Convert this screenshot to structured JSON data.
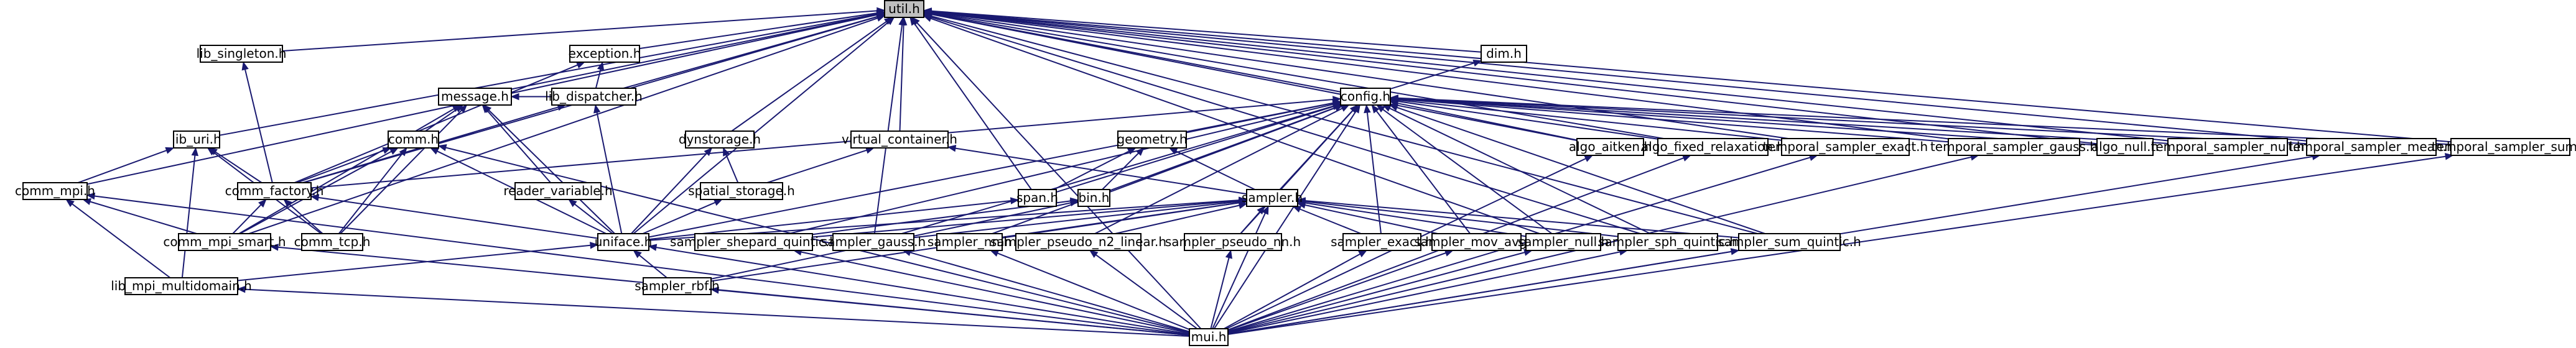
{
  "graph": {
    "type": "include-dependency-graph",
    "colors": {
      "edge": "#191970",
      "node_border": "#000000",
      "root_fill": "#bfbfbf",
      "node_fill": "#ffffff"
    },
    "nodes": [
      {
        "id": "util_h",
        "label": "util.h"
      },
      {
        "id": "lib_singleton_h",
        "label": "lib_singleton.h"
      },
      {
        "id": "exception_h",
        "label": "exception.h"
      },
      {
        "id": "dim_h",
        "label": "dim.h"
      },
      {
        "id": "message_h",
        "label": "message.h"
      },
      {
        "id": "lib_dispatcher_h",
        "label": "lib_dispatcher.h"
      },
      {
        "id": "config_h",
        "label": "config.h"
      },
      {
        "id": "lib_uri_h",
        "label": "lib_uri.h"
      },
      {
        "id": "comm_h",
        "label": "comm.h"
      },
      {
        "id": "dynstorage_h",
        "label": "dynstorage.h"
      },
      {
        "id": "virtual_container_h",
        "label": "virtual_container.h"
      },
      {
        "id": "geometry_h",
        "label": "geometry.h"
      },
      {
        "id": "algo_aitken_h",
        "label": "algo_aitken.h"
      },
      {
        "id": "algo_fixed_relaxation_h",
        "label": "algo_fixed_relaxation.h"
      },
      {
        "id": "temporal_sampler_exact_h",
        "label": "temporal_sampler_exact.h"
      },
      {
        "id": "temporal_sampler_gauss_h",
        "label": "temporal_sampler_gauss.h"
      },
      {
        "id": "algo_null_h",
        "label": "algo_null.h"
      },
      {
        "id": "temporal_sampler_null_h",
        "label": "temporal_sampler_null.h"
      },
      {
        "id": "temporal_sampler_mean_h",
        "label": "temporal_sampler_mean.h"
      },
      {
        "id": "temporal_sampler_sum_h",
        "label": "temporal_sampler_sum.h"
      },
      {
        "id": "comm_mpi_h",
        "label": "comm_mpi.h"
      },
      {
        "id": "comm_factory_h",
        "label": "comm_factory.h"
      },
      {
        "id": "reader_variable_h",
        "label": "reader_variable.h"
      },
      {
        "id": "spatial_storage_h",
        "label": "spatial_storage.h"
      },
      {
        "id": "span_h",
        "label": "span.h"
      },
      {
        "id": "bin_h",
        "label": "bin.h"
      },
      {
        "id": "sampler_h",
        "label": "sampler.h"
      },
      {
        "id": "comm_mpi_smart_h",
        "label": "comm_mpi_smart.h"
      },
      {
        "id": "comm_tcp_h",
        "label": "comm_tcp.h"
      },
      {
        "id": "uniface_h",
        "label": "uniface.h"
      },
      {
        "id": "sampler_shepard_quintic_h",
        "label": "sampler_shepard_quintic.h"
      },
      {
        "id": "sampler_gauss_h",
        "label": "sampler_gauss.h"
      },
      {
        "id": "sampler_nn_h",
        "label": "sampler_nn.h"
      },
      {
        "id": "sampler_pseudo_n2_linear_h",
        "label": "sampler_pseudo_n2_linear.h"
      },
      {
        "id": "sampler_pseudo_nn_h",
        "label": "sampler_pseudo_nn.h"
      },
      {
        "id": "sampler_exact_h",
        "label": "sampler_exact.h"
      },
      {
        "id": "sampler_mov_avg_h",
        "label": "sampler_mov_avg.h"
      },
      {
        "id": "sampler_null_h",
        "label": "sampler_null.h"
      },
      {
        "id": "sampler_sph_quintic_h",
        "label": "sampler_sph_quintic.h"
      },
      {
        "id": "sampler_sum_quintic_h",
        "label": "sampler_sum_quintic.h"
      },
      {
        "id": "lib_mpi_multidomain_h",
        "label": "lib_mpi_multidomain.h"
      },
      {
        "id": "sampler_rbf_h",
        "label": "sampler_rbf.h"
      },
      {
        "id": "mui_h",
        "label": "mui.h"
      }
    ],
    "edges": [
      [
        "lib_singleton_h",
        "util_h"
      ],
      [
        "exception_h",
        "util_h"
      ],
      [
        "dim_h",
        "util_h"
      ],
      [
        "message_h",
        "util_h"
      ],
      [
        "lib_dispatcher_h",
        "util_h"
      ],
      [
        "config_h",
        "util_h"
      ],
      [
        "lib_uri_h",
        "util_h"
      ],
      [
        "dynstorage_h",
        "util_h"
      ],
      [
        "virtual_container_h",
        "util_h"
      ],
      [
        "algo_aitken_h",
        "util_h"
      ],
      [
        "algo_fixed_relaxation_h",
        "util_h"
      ],
      [
        "temporal_sampler_exact_h",
        "util_h"
      ],
      [
        "temporal_sampler_gauss_h",
        "util_h"
      ],
      [
        "algo_null_h",
        "util_h"
      ],
      [
        "temporal_sampler_null_h",
        "util_h"
      ],
      [
        "temporal_sampler_mean_h",
        "util_h"
      ],
      [
        "temporal_sampler_sum_h",
        "util_h"
      ],
      [
        "comm_mpi_h",
        "util_h"
      ],
      [
        "comm_factory_h",
        "util_h"
      ],
      [
        "span_h",
        "util_h"
      ],
      [
        "uniface_h",
        "util_h"
      ],
      [
        "sampler_gauss_h",
        "util_h"
      ],
      [
        "sampler_null_h",
        "util_h"
      ],
      [
        "sampler_sph_quintic_h",
        "util_h"
      ],
      [
        "sampler_sum_quintic_h",
        "util_h"
      ],
      [
        "mui_h",
        "util_h"
      ],
      [
        "comm_mpi_smart_h",
        "util_h"
      ],
      [
        "lib_dispatcher_h",
        "exception_h"
      ],
      [
        "comm_factory_h",
        "exception_h"
      ],
      [
        "config_h",
        "dim_h"
      ],
      [
        "lib_dispatcher_h",
        "message_h"
      ],
      [
        "comm_h",
        "message_h"
      ],
      [
        "reader_variable_h",
        "message_h"
      ],
      [
        "uniface_h",
        "message_h"
      ],
      [
        "comm_mpi_smart_h",
        "message_h"
      ],
      [
        "comm_tcp_h",
        "message_h"
      ],
      [
        "comm_factory_h",
        "lib_dispatcher_h"
      ],
      [
        "uniface_h",
        "lib_dispatcher_h"
      ],
      [
        "comm_factory_h",
        "lib_singleton_h"
      ],
      [
        "geometry_h",
        "config_h"
      ],
      [
        "sampler_h",
        "config_h"
      ],
      [
        "algo_aitken_h",
        "config_h"
      ],
      [
        "algo_fixed_relaxation_h",
        "config_h"
      ],
      [
        "temporal_sampler_exact_h",
        "config_h"
      ],
      [
        "temporal_sampler_gauss_h",
        "config_h"
      ],
      [
        "algo_null_h",
        "config_h"
      ],
      [
        "temporal_sampler_null_h",
        "config_h"
      ],
      [
        "temporal_sampler_mean_h",
        "config_h"
      ],
      [
        "temporal_sampler_sum_h",
        "config_h"
      ],
      [
        "comm_factory_h",
        "config_h"
      ],
      [
        "span_h",
        "config_h"
      ],
      [
        "bin_h",
        "config_h"
      ],
      [
        "uniface_h",
        "config_h"
      ],
      [
        "sampler_shepard_quintic_h",
        "config_h"
      ],
      [
        "sampler_gauss_h",
        "config_h"
      ],
      [
        "sampler_nn_h",
        "config_h"
      ],
      [
        "sampler_pseudo_n2_linear_h",
        "config_h"
      ],
      [
        "sampler_pseudo_nn_h",
        "config_h"
      ],
      [
        "sampler_exact_h",
        "config_h"
      ],
      [
        "sampler_mov_avg_h",
        "config_h"
      ],
      [
        "sampler_null_h",
        "config_h"
      ],
      [
        "sampler_sph_quintic_h",
        "config_h"
      ],
      [
        "sampler_sum_quintic_h",
        "config_h"
      ],
      [
        "mui_h",
        "config_h"
      ],
      [
        "comm_mpi_h",
        "lib_uri_h"
      ],
      [
        "comm_factory_h",
        "lib_uri_h"
      ],
      [
        "comm_tcp_h",
        "lib_uri_h"
      ],
      [
        "lib_mpi_multidomain_h",
        "lib_uri_h"
      ],
      [
        "comm_factory_h",
        "comm_h"
      ],
      [
        "comm_mpi_smart_h",
        "comm_h"
      ],
      [
        "comm_tcp_h",
        "comm_h"
      ],
      [
        "uniface_h",
        "comm_h"
      ],
      [
        "mui_h",
        "comm_h"
      ],
      [
        "spatial_storage_h",
        "dynstorage_h"
      ],
      [
        "uniface_h",
        "dynstorage_h"
      ],
      [
        "spatial_storage_h",
        "virtual_container_h"
      ],
      [
        "sampler_h",
        "virtual_container_h"
      ],
      [
        "span_h",
        "geometry_h"
      ],
      [
        "bin_h",
        "geometry_h"
      ],
      [
        "sampler_h",
        "geometry_h"
      ],
      [
        "mui_h",
        "algo_aitken_h"
      ],
      [
        "mui_h",
        "algo_fixed_relaxation_h"
      ],
      [
        "mui_h",
        "temporal_sampler_exact_h"
      ],
      [
        "mui_h",
        "temporal_sampler_gauss_h"
      ],
      [
        "mui_h",
        "temporal_sampler_mean_h"
      ],
      [
        "mui_h",
        "temporal_sampler_sum_h"
      ],
      [
        "comm_mpi_smart_h",
        "comm_mpi_h"
      ],
      [
        "lib_mpi_multidomain_h",
        "comm_mpi_h"
      ],
      [
        "mui_h",
        "comm_mpi_h"
      ],
      [
        "comm_mpi_smart_h",
        "comm_factory_h"
      ],
      [
        "comm_tcp_h",
        "comm_factory_h"
      ],
      [
        "uniface_h",
        "comm_factory_h"
      ],
      [
        "uniface_h",
        "reader_variable_h"
      ],
      [
        "uniface_h",
        "spatial_storage_h"
      ],
      [
        "uniface_h",
        "span_h"
      ],
      [
        "sampler_shepard_quintic_h",
        "bin_h"
      ],
      [
        "sampler_rbf_h",
        "bin_h"
      ],
      [
        "sampler_shepard_quintic_h",
        "sampler_h"
      ],
      [
        "sampler_gauss_h",
        "sampler_h"
      ],
      [
        "sampler_nn_h",
        "sampler_h"
      ],
      [
        "sampler_pseudo_n2_linear_h",
        "sampler_h"
      ],
      [
        "sampler_pseudo_nn_h",
        "sampler_h"
      ],
      [
        "sampler_exact_h",
        "sampler_h"
      ],
      [
        "sampler_mov_avg_h",
        "sampler_h"
      ],
      [
        "sampler_null_h",
        "sampler_h"
      ],
      [
        "sampler_sph_quintic_h",
        "sampler_h"
      ],
      [
        "sampler_sum_quintic_h",
        "sampler_h"
      ],
      [
        "sampler_rbf_h",
        "sampler_h"
      ],
      [
        "uniface_h",
        "sampler_h"
      ],
      [
        "mui_h",
        "sampler_h"
      ],
      [
        "mui_h",
        "comm_mpi_smart_h"
      ],
      [
        "lib_mpi_multidomain_h",
        "uniface_h"
      ],
      [
        "sampler_rbf_h",
        "uniface_h"
      ],
      [
        "mui_h",
        "uniface_h"
      ],
      [
        "mui_h",
        "sampler_shepard_quintic_h"
      ],
      [
        "mui_h",
        "sampler_gauss_h"
      ],
      [
        "mui_h",
        "sampler_nn_h"
      ],
      [
        "mui_h",
        "sampler_pseudo_n2_linear_h"
      ],
      [
        "mui_h",
        "sampler_pseudo_nn_h"
      ],
      [
        "mui_h",
        "sampler_exact_h"
      ],
      [
        "mui_h",
        "sampler_mov_avg_h"
      ],
      [
        "mui_h",
        "sampler_null_h"
      ],
      [
        "mui_h",
        "sampler_sph_quintic_h"
      ],
      [
        "mui_h",
        "sampler_sum_quintic_h"
      ],
      [
        "mui_h",
        "lib_mpi_multidomain_h"
      ],
      [
        "mui_h",
        "sampler_rbf_h"
      ]
    ]
  }
}
